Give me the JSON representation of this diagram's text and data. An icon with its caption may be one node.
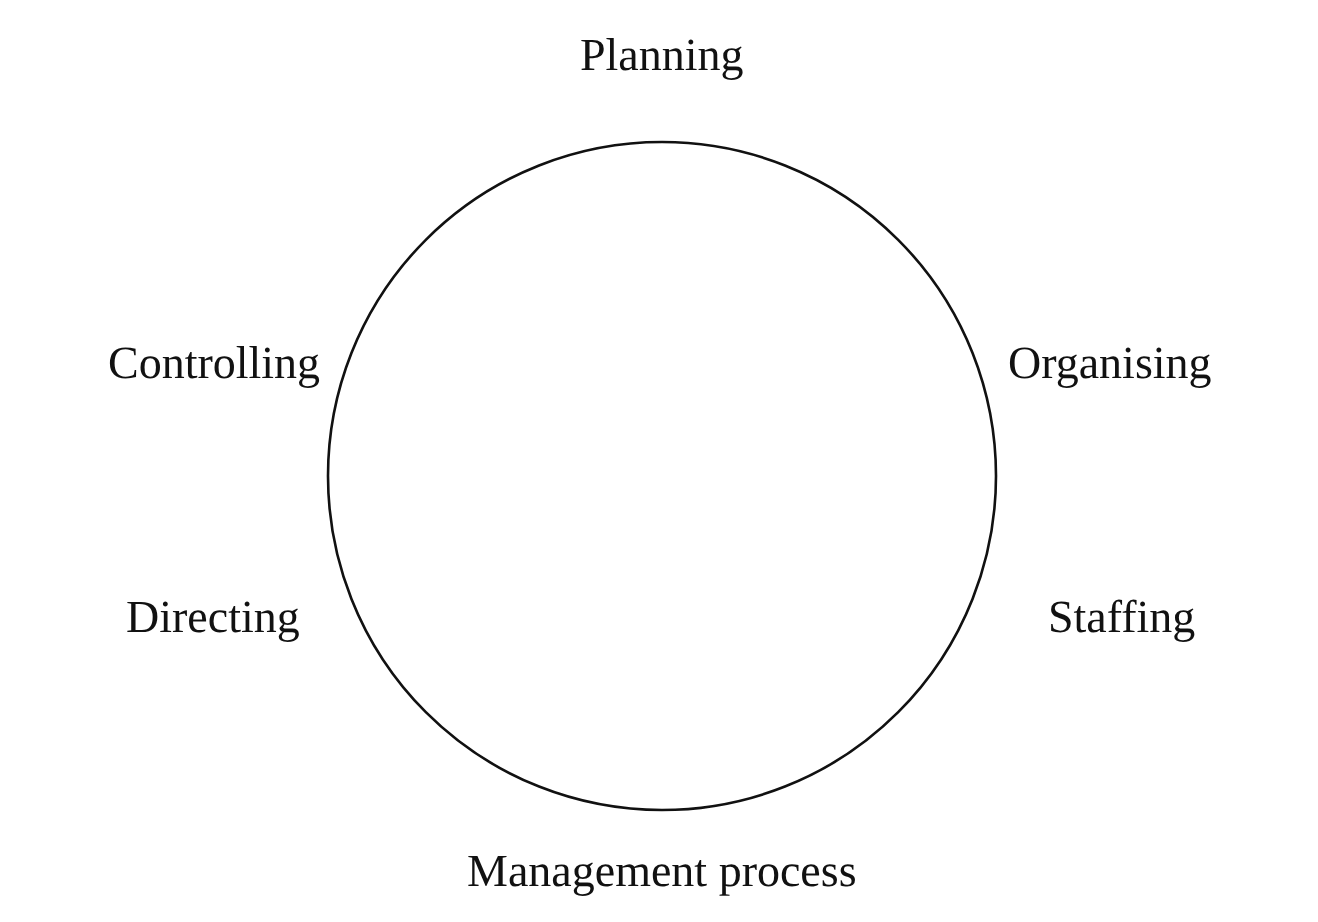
{
  "diagram": {
    "caption": "Management process",
    "labels": [
      "Planning",
      "Controlling",
      "Organising",
      "Directing",
      "Staffing"
    ]
  }
}
